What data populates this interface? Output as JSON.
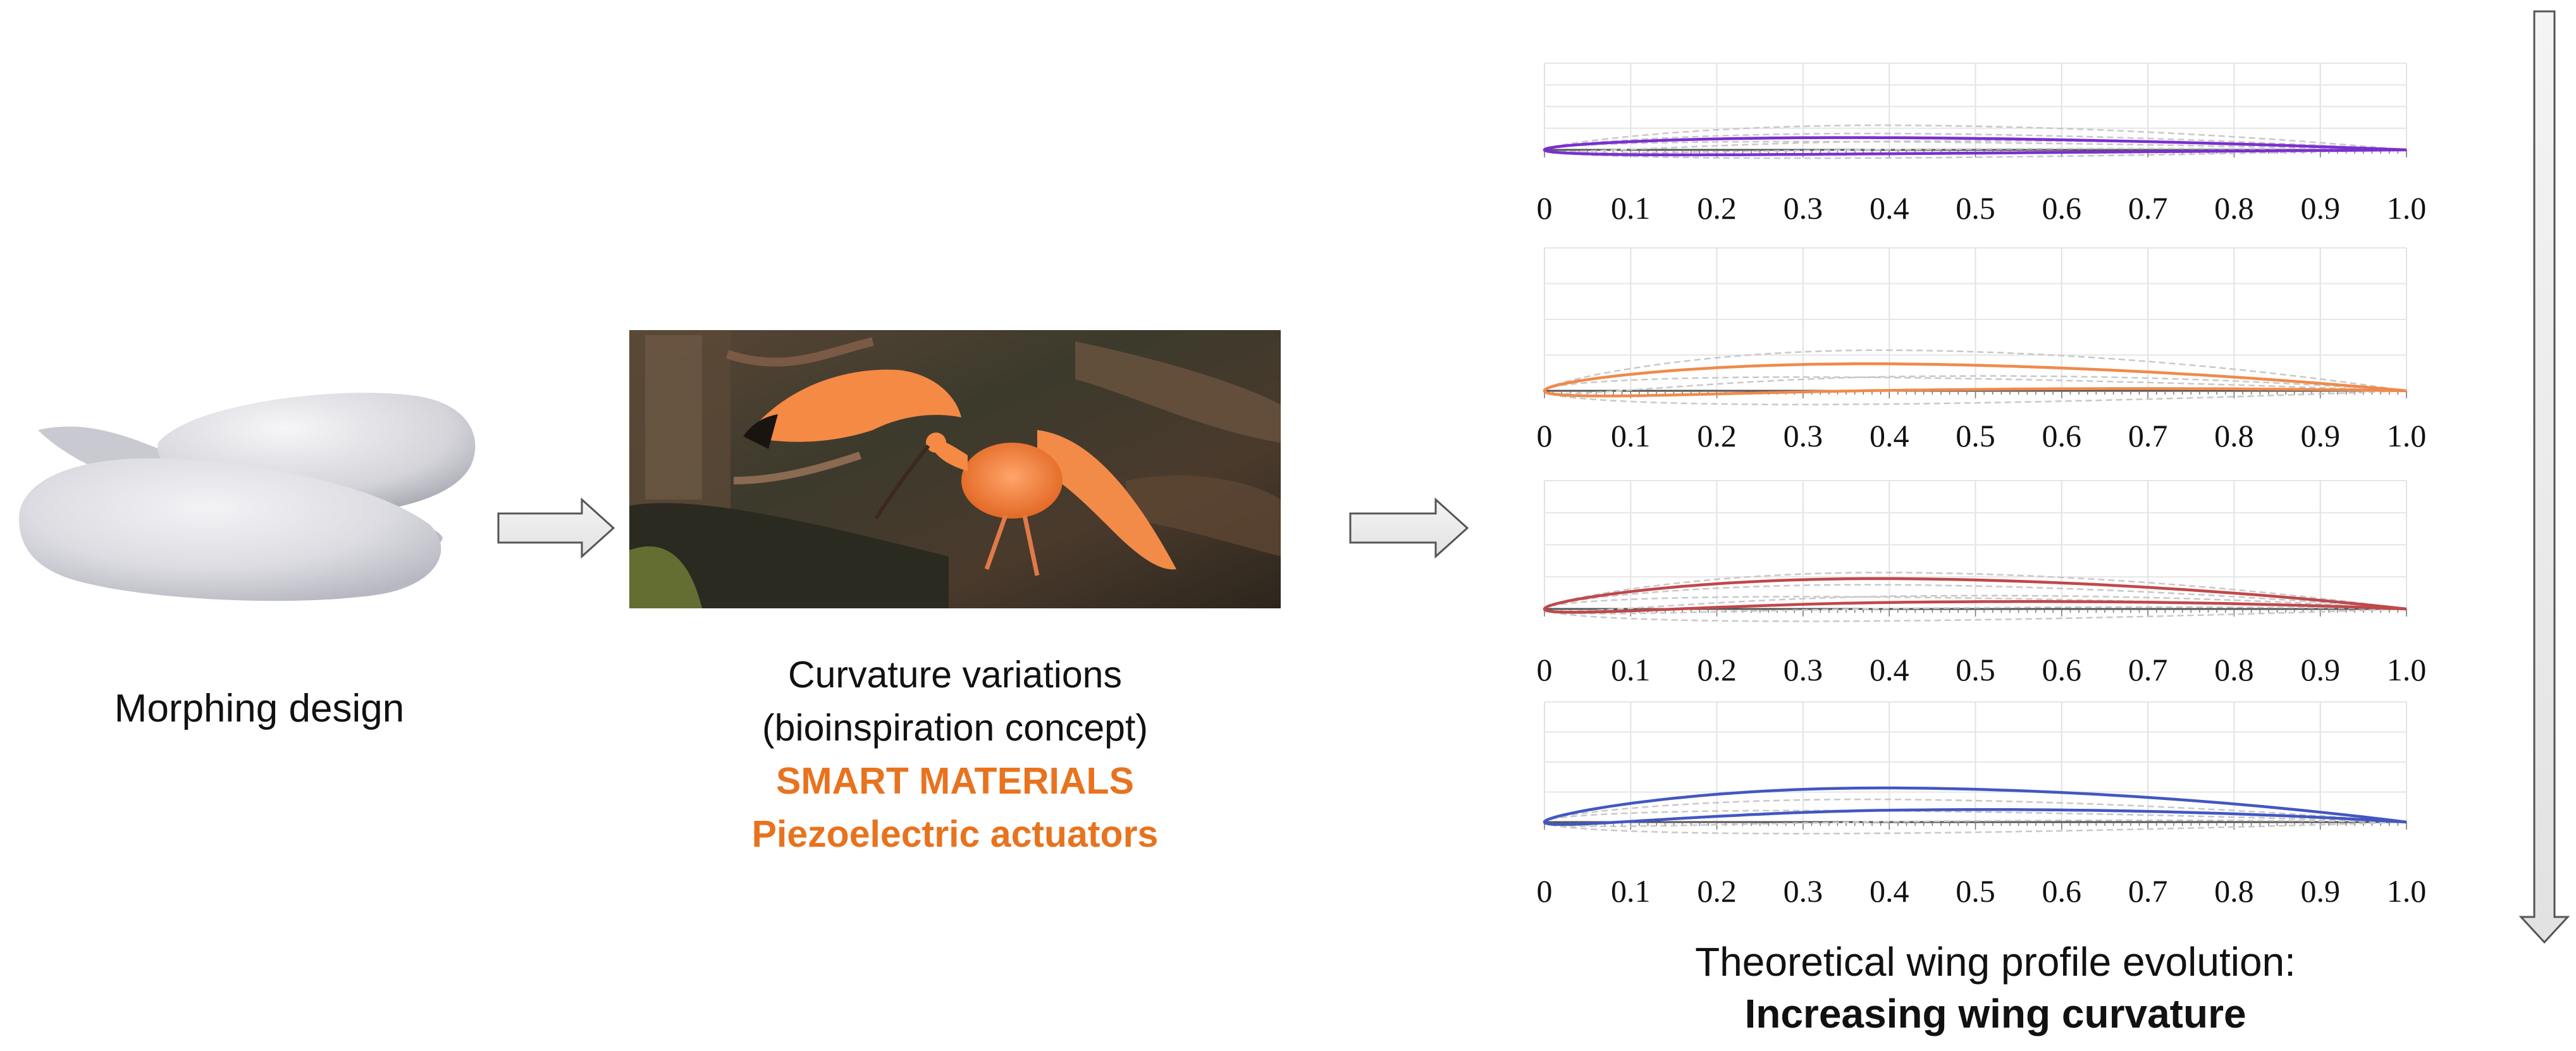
{
  "left_caption": "Morphing design",
  "middle_caption": {
    "line1": "Curvature variations",
    "line2": "(bioinspiration concept)",
    "line3": "SMART MATERIALS",
    "line4": "Piezoelectric actuators"
  },
  "right_caption": {
    "line1": "Theoretical wing profile evolution:",
    "line2": "Increasing wing curvature"
  },
  "axis_ticks": [
    "0",
    "0.1",
    "0.2",
    "0.3",
    "0.4",
    "0.5",
    "0.6",
    "0.7",
    "0.8",
    "0.9",
    "1.0"
  ],
  "profiles": [
    {
      "color": "#7a2fd0",
      "camber_level": 1
    },
    {
      "color": "#f08a4b",
      "camber_level": 2
    },
    {
      "color": "#c0484a",
      "camber_level": 3
    },
    {
      "color": "#4257c2",
      "camber_level": 4
    }
  ],
  "colors": {
    "accent_orange": "#e8731f",
    "arrow_fill": "#eeeeee",
    "arrow_stroke": "#555555"
  },
  "icons": {
    "morphing_model": "morphing-wing-3d-model",
    "bird_photo": "scarlet-ibis-photo",
    "flow_arrow": "right-arrow",
    "progress_arrow": "down-arrow"
  }
}
